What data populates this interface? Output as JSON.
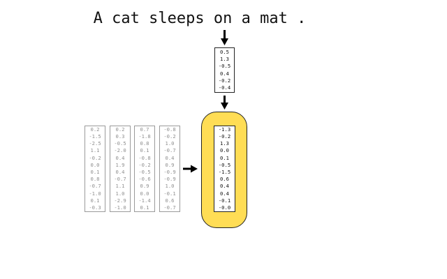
{
  "sentence": "A cat sleeps on a mat .",
  "input_vector": [
    "0.5",
    "1.3",
    "-0.5",
    "0.4",
    "-0.2",
    "-0.4"
  ],
  "context_vectors": [
    [
      "0.2",
      "-1.5",
      "-2.5",
      "1.1",
      "-0.2",
      "0.0",
      "0.1",
      "0.8",
      "-0.7",
      "-1.0",
      "0.1",
      "-0.3"
    ],
    [
      "0.2",
      "0.3",
      "-0.5",
      "-2.0",
      "0.4",
      "1.9",
      "0.4",
      "-0.7",
      "1.1",
      "1.0",
      "-2.9",
      "-1.0"
    ],
    [
      "0.7",
      "-1.8",
      "0.8",
      "0.1",
      "-0.8",
      "-0.2",
      "-0.5",
      "-0.6",
      "0.9",
      "0.0",
      "-1.4",
      "0.1"
    ],
    [
      "-0.8",
      "-0.2",
      "1.0",
      "-0.7",
      "0.4",
      "0.9",
      "-0.9",
      "-0.9",
      "1.0",
      "-0.1",
      "0.6",
      "-0.7"
    ]
  ],
  "output_vector": [
    "-1.3",
    "-0.2",
    "1.3",
    "0.0",
    "0.1",
    "-0.5",
    "-1.5",
    "0.6",
    "0.4",
    "0.4",
    "-0.1",
    "-0.0"
  ],
  "colors": {
    "cell_fill": "#ffdd55",
    "gray_text": "#8f8f8f",
    "arrow": "#000000"
  }
}
